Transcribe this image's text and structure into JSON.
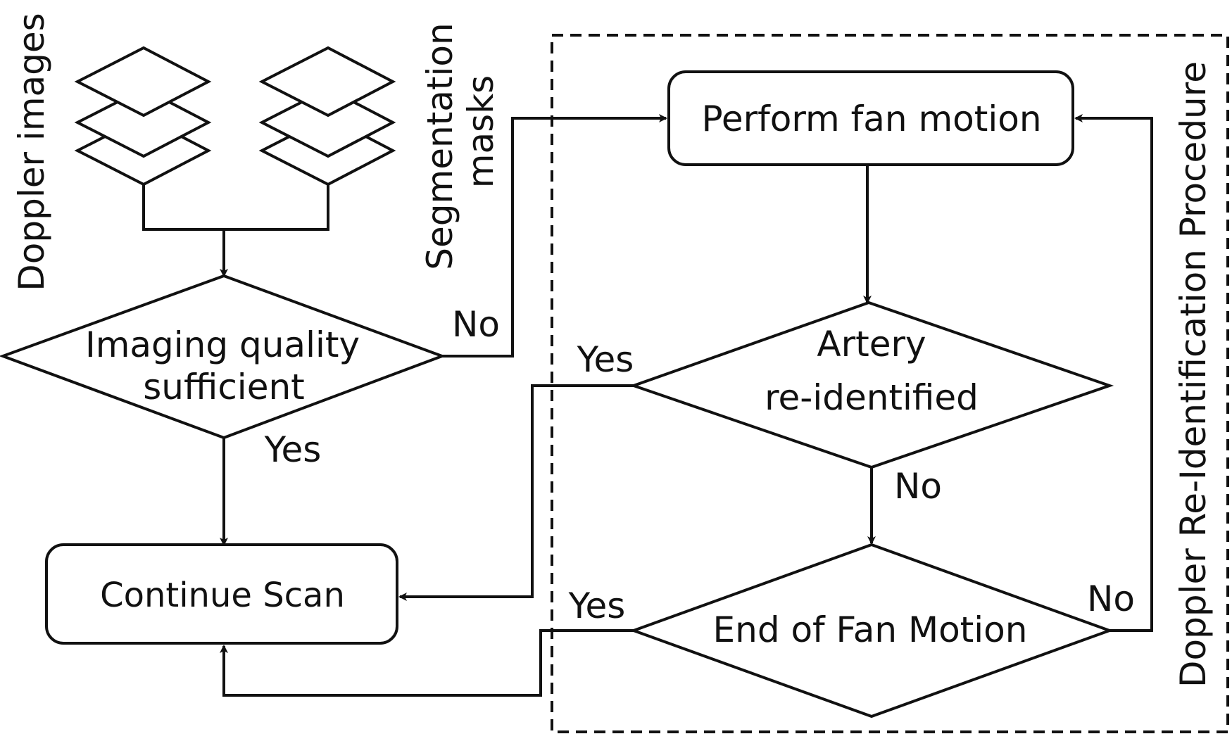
{
  "side_labels": {
    "doppler_images": "Doppler images",
    "segmentation_masks_line1": "Segmentation",
    "segmentation_masks_line2": "masks",
    "procedure_title": "Doppler Re-Identification Procedure"
  },
  "nodes": {
    "imaging_quality": {
      "line1": "Imaging quality",
      "line2": "sufficient"
    },
    "continue_scan": {
      "label": "Continue Scan"
    },
    "perform_fan_motion": {
      "label": "Perform fan motion"
    },
    "artery_reidentified": {
      "line1": "Artery",
      "line2": "re-identified"
    },
    "end_of_fan_motion": {
      "label": "End of Fan Motion"
    }
  },
  "edge_labels": {
    "quality_no": "No",
    "quality_yes": "Yes",
    "artery_yes": "Yes",
    "artery_no": "No",
    "end_yes": "Yes",
    "end_no": "No"
  },
  "colors": {
    "stroke": "#111111",
    "background": "#ffffff"
  }
}
